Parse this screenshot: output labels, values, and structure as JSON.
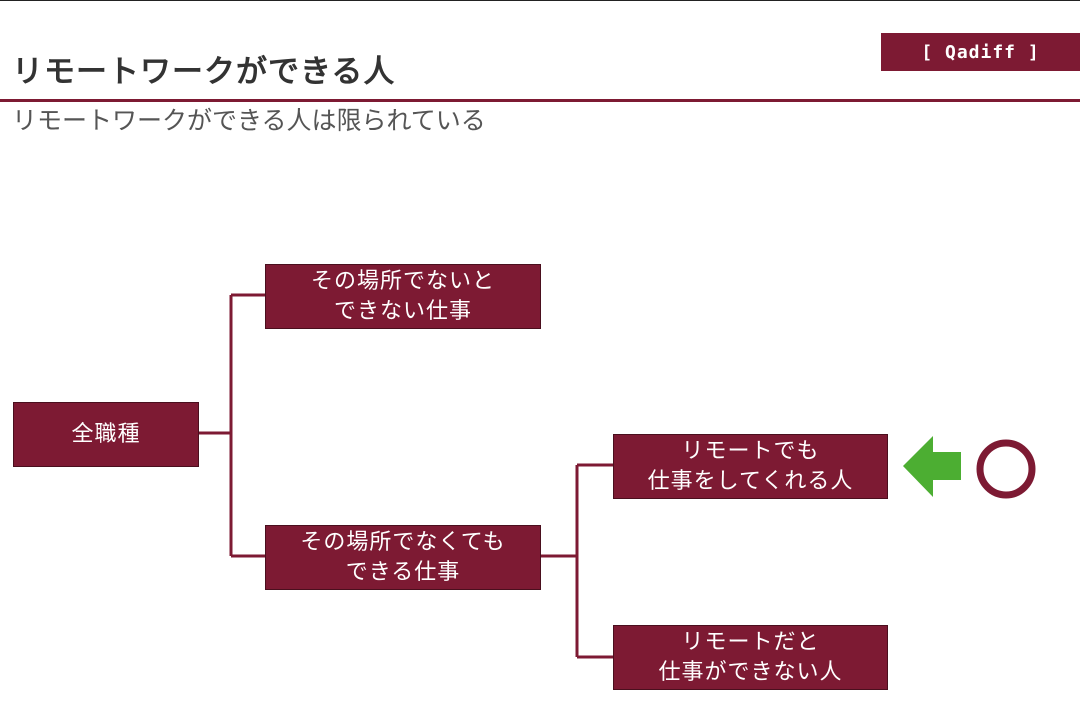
{
  "header": {
    "title": "リモートワークができる人",
    "subtitle": "リモートワークができる人は限られている",
    "brand": "[ Qadiff ]"
  },
  "diagram": {
    "root": {
      "label": "全職種"
    },
    "onsite": {
      "line1": "その場所でないと",
      "line2": "できない仕事"
    },
    "remote_ok": {
      "line1": "その場所でなくても",
      "line2": "できる仕事"
    },
    "remote_works": {
      "line1": "リモートでも",
      "line2": "仕事をしてくれる人"
    },
    "remote_fails": {
      "line1": "リモートだと",
      "line2": "仕事ができない人"
    },
    "marker": {
      "arrow_icon": "left-arrow-icon",
      "circle_icon": "circle-icon"
    }
  },
  "colors": {
    "accent": "#7d1a33",
    "arrow": "#4cae32",
    "text": "#333333"
  }
}
